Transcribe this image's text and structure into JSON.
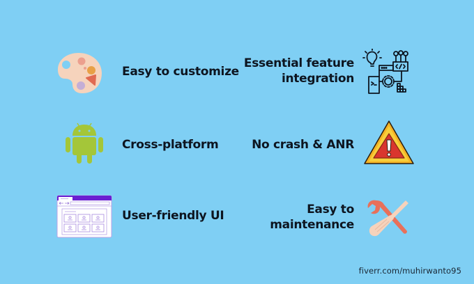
{
  "colors": {
    "background": "#7fcff4",
    "text": "#0d1520",
    "palette": "#f6d3bc",
    "android": "#a4c639",
    "browser_accent": "#6a1fd1",
    "warning_outer": "#f5b324",
    "warning_inner": "#d9362e",
    "tools": "#e8705a"
  },
  "features": [
    {
      "label": "Easy to customize",
      "icon": "palette-icon"
    },
    {
      "label": "Cross-platform",
      "icon": "android-icon"
    },
    {
      "label": "User-friendly UI",
      "icon": "browser-window-icon"
    },
    {
      "label_lines": [
        "Essential feature",
        "integration"
      ],
      "icon": "integration-icon"
    },
    {
      "label": "No crash & ANR",
      "icon": "warning-icon"
    },
    {
      "label_lines": [
        "Easy to",
        "maintenance"
      ],
      "icon": "wrench-screwdriver-icon"
    }
  ],
  "footer": {
    "text": "fiverr.com/muhirwanto95"
  }
}
